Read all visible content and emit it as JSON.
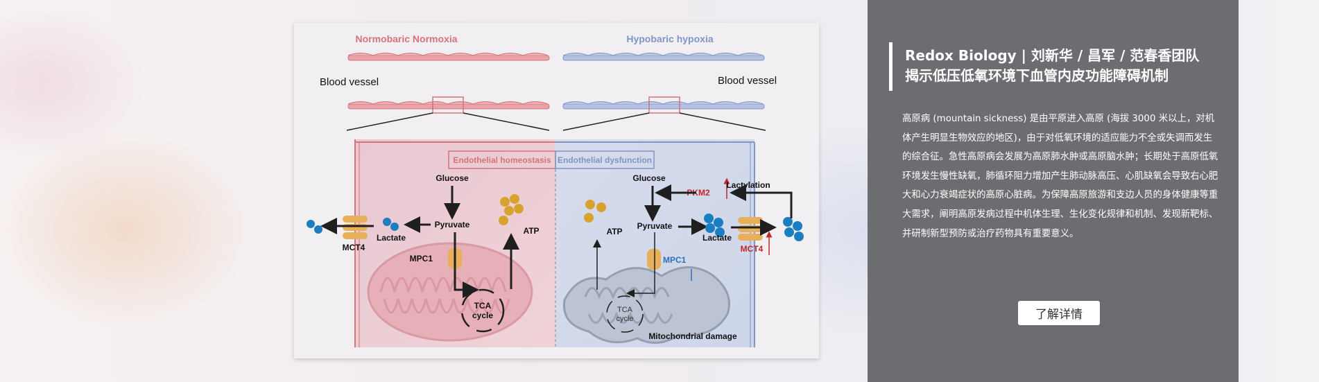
{
  "figure": {
    "header_left": "Normobaric Normoxia",
    "header_right": "Hypobaric hypoxia",
    "vessel_label_left": "Blood vessel",
    "vessel_label_right": "Blood vessel",
    "box_left": "Endothelial homeostasis",
    "box_right": "Endothelial dysfunction",
    "left": {
      "glucose": "Glucose",
      "pyruvate": "Pyruvate",
      "lactate": "Lactate",
      "mct4": "MCT4",
      "mpc1": "MPC1",
      "atp": "ATP",
      "tca_line1": "TCA",
      "tca_line2": "cycle"
    },
    "right": {
      "glucose": "Glucose",
      "pyruvate": "Pyruvate",
      "lactate": "Lactate",
      "mct4": "MCT4",
      "mpc1": "MPC1",
      "atp": "ATP",
      "pkm2": "PKM2",
      "lactylation": "Lactylation",
      "tca_line1": "TCA",
      "tca_line2": "cycle",
      "damage": "Mitochondrial damage"
    },
    "colors": {
      "normoxia": "#d4737b",
      "hypoxia": "#7f95c6",
      "red_label": "#c0282d",
      "blue_label": "#2f6fba"
    }
  },
  "panel": {
    "title_line1": "Redox Biology | 刘新华 / 昌军 / 范春香团队",
    "title_line2": "揭示低压低氧环境下血管内皮功能障碍机制",
    "body": "高原病 (mountain sickness) 是由平原进入高原 (海拔 3000 米以上，对机体产生明显生物效应的地区)，由于对低氧环境的适应能力不全或失调而发生的综合征。急性高原病会发展为高原肺水肿或高原脑水肿；长期处于高原低氧环境发生慢性缺氧，肺循环阻力增加产生肺动脉高压、心肌缺氧会导致右心肥大和心力衰竭症状的高原心脏病。为保障高原旅游和支边人员的身体健康等重大需求，阐明高原发病过程中机体生理、生化变化规律和机制、发现新靶标、并研制新型预防或治疗药物具有重要意义。",
    "button_label": "了解详情"
  }
}
